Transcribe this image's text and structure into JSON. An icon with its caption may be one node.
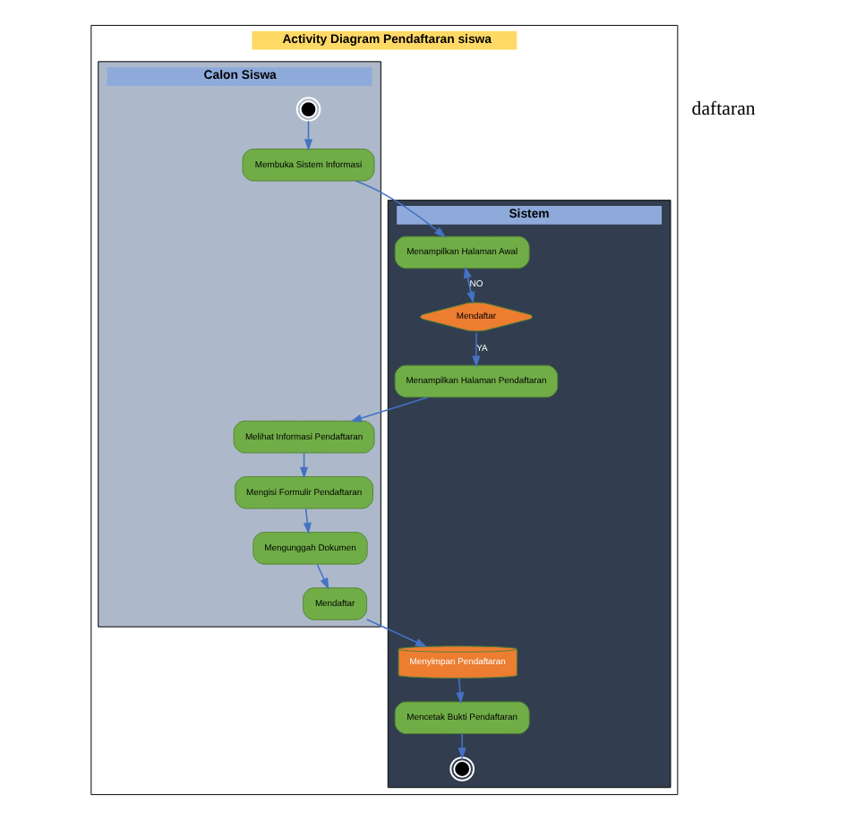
{
  "diagram": {
    "nodes": [
      {
        "text": [
          "Activity Diagram Pendaftaran siswa"
        ]
      },
      {
        "text": [
          "Calon Siswa"
        ],
        "in": 0
      },
      {
        "text": [
          "Sistem"
        ],
        "in": 0
      },
      {
        "text": [],
        "shape": "circle",
        "in": 1
      },
      {
        "text": [
          "Membuka Sistem Informasi"
        ],
        "in": 1
      },
      {
        "text": [
          "Menampilkan Halaman Awal"
        ],
        "in": 2
      },
      {
        "text": [
          "Mendaftar"
        ],
        "in": 2
      },
      {
        "text": [
          "Menampilkan Halaman Pendaftaran"
        ],
        "in": 2
      },
      {
        "text": [
          "Melihat Informasi Pendaftaran"
        ],
        "in": 1
      },
      {
        "text": [
          "Mengisi Formulir Pendaftaran"
        ],
        "in": 1
      },
      {
        "text": [
          "Mengunggah Dokumen"
        ],
        "in": 1
      },
      {
        "text": [
          "Mendaftar"
        ],
        "in": 1
      },
      {
        "text": [
          "Menyimpan Pendaftaran"
        ],
        "in": 2
      },
      {
        "text": [
          "Mencetak Bukti Pendaftaran"
        ],
        "in": 2
      },
      {
        "text": [],
        "shape": "circle",
        "in": 2
      }
    ],
    "edges": [
      {
        "from": 3,
        "to": 4,
        "arrow": "to"
      },
      {
        "from": 4,
        "to": 5,
        "arrow": "to"
      },
      {
        "from": 5,
        "to": 6,
        "arrow": "to"
      },
      {
        "from": 6,
        "to": 5,
        "arrow": "to",
        "label": "NO"
      },
      {
        "from": 6,
        "to": 7,
        "arrow": "to",
        "label": "YA"
      },
      {
        "from": 7,
        "to": 8,
        "arrow": "to"
      },
      {
        "from": 8,
        "to": 9,
        "arrow": "to"
      },
      {
        "from": 9,
        "to": 10,
        "arrow": "to"
      },
      {
        "from": 10,
        "to": 11,
        "arrow": "to"
      },
      {
        "from": 11,
        "to": 12,
        "arrow": "to"
      },
      {
        "from": 12,
        "to": 13,
        "arrow": "to"
      },
      {
        "from": 13,
        "to": 14,
        "arrow": "to"
      }
    ],
    "labels": [
      "daftaran"
    ]
  }
}
